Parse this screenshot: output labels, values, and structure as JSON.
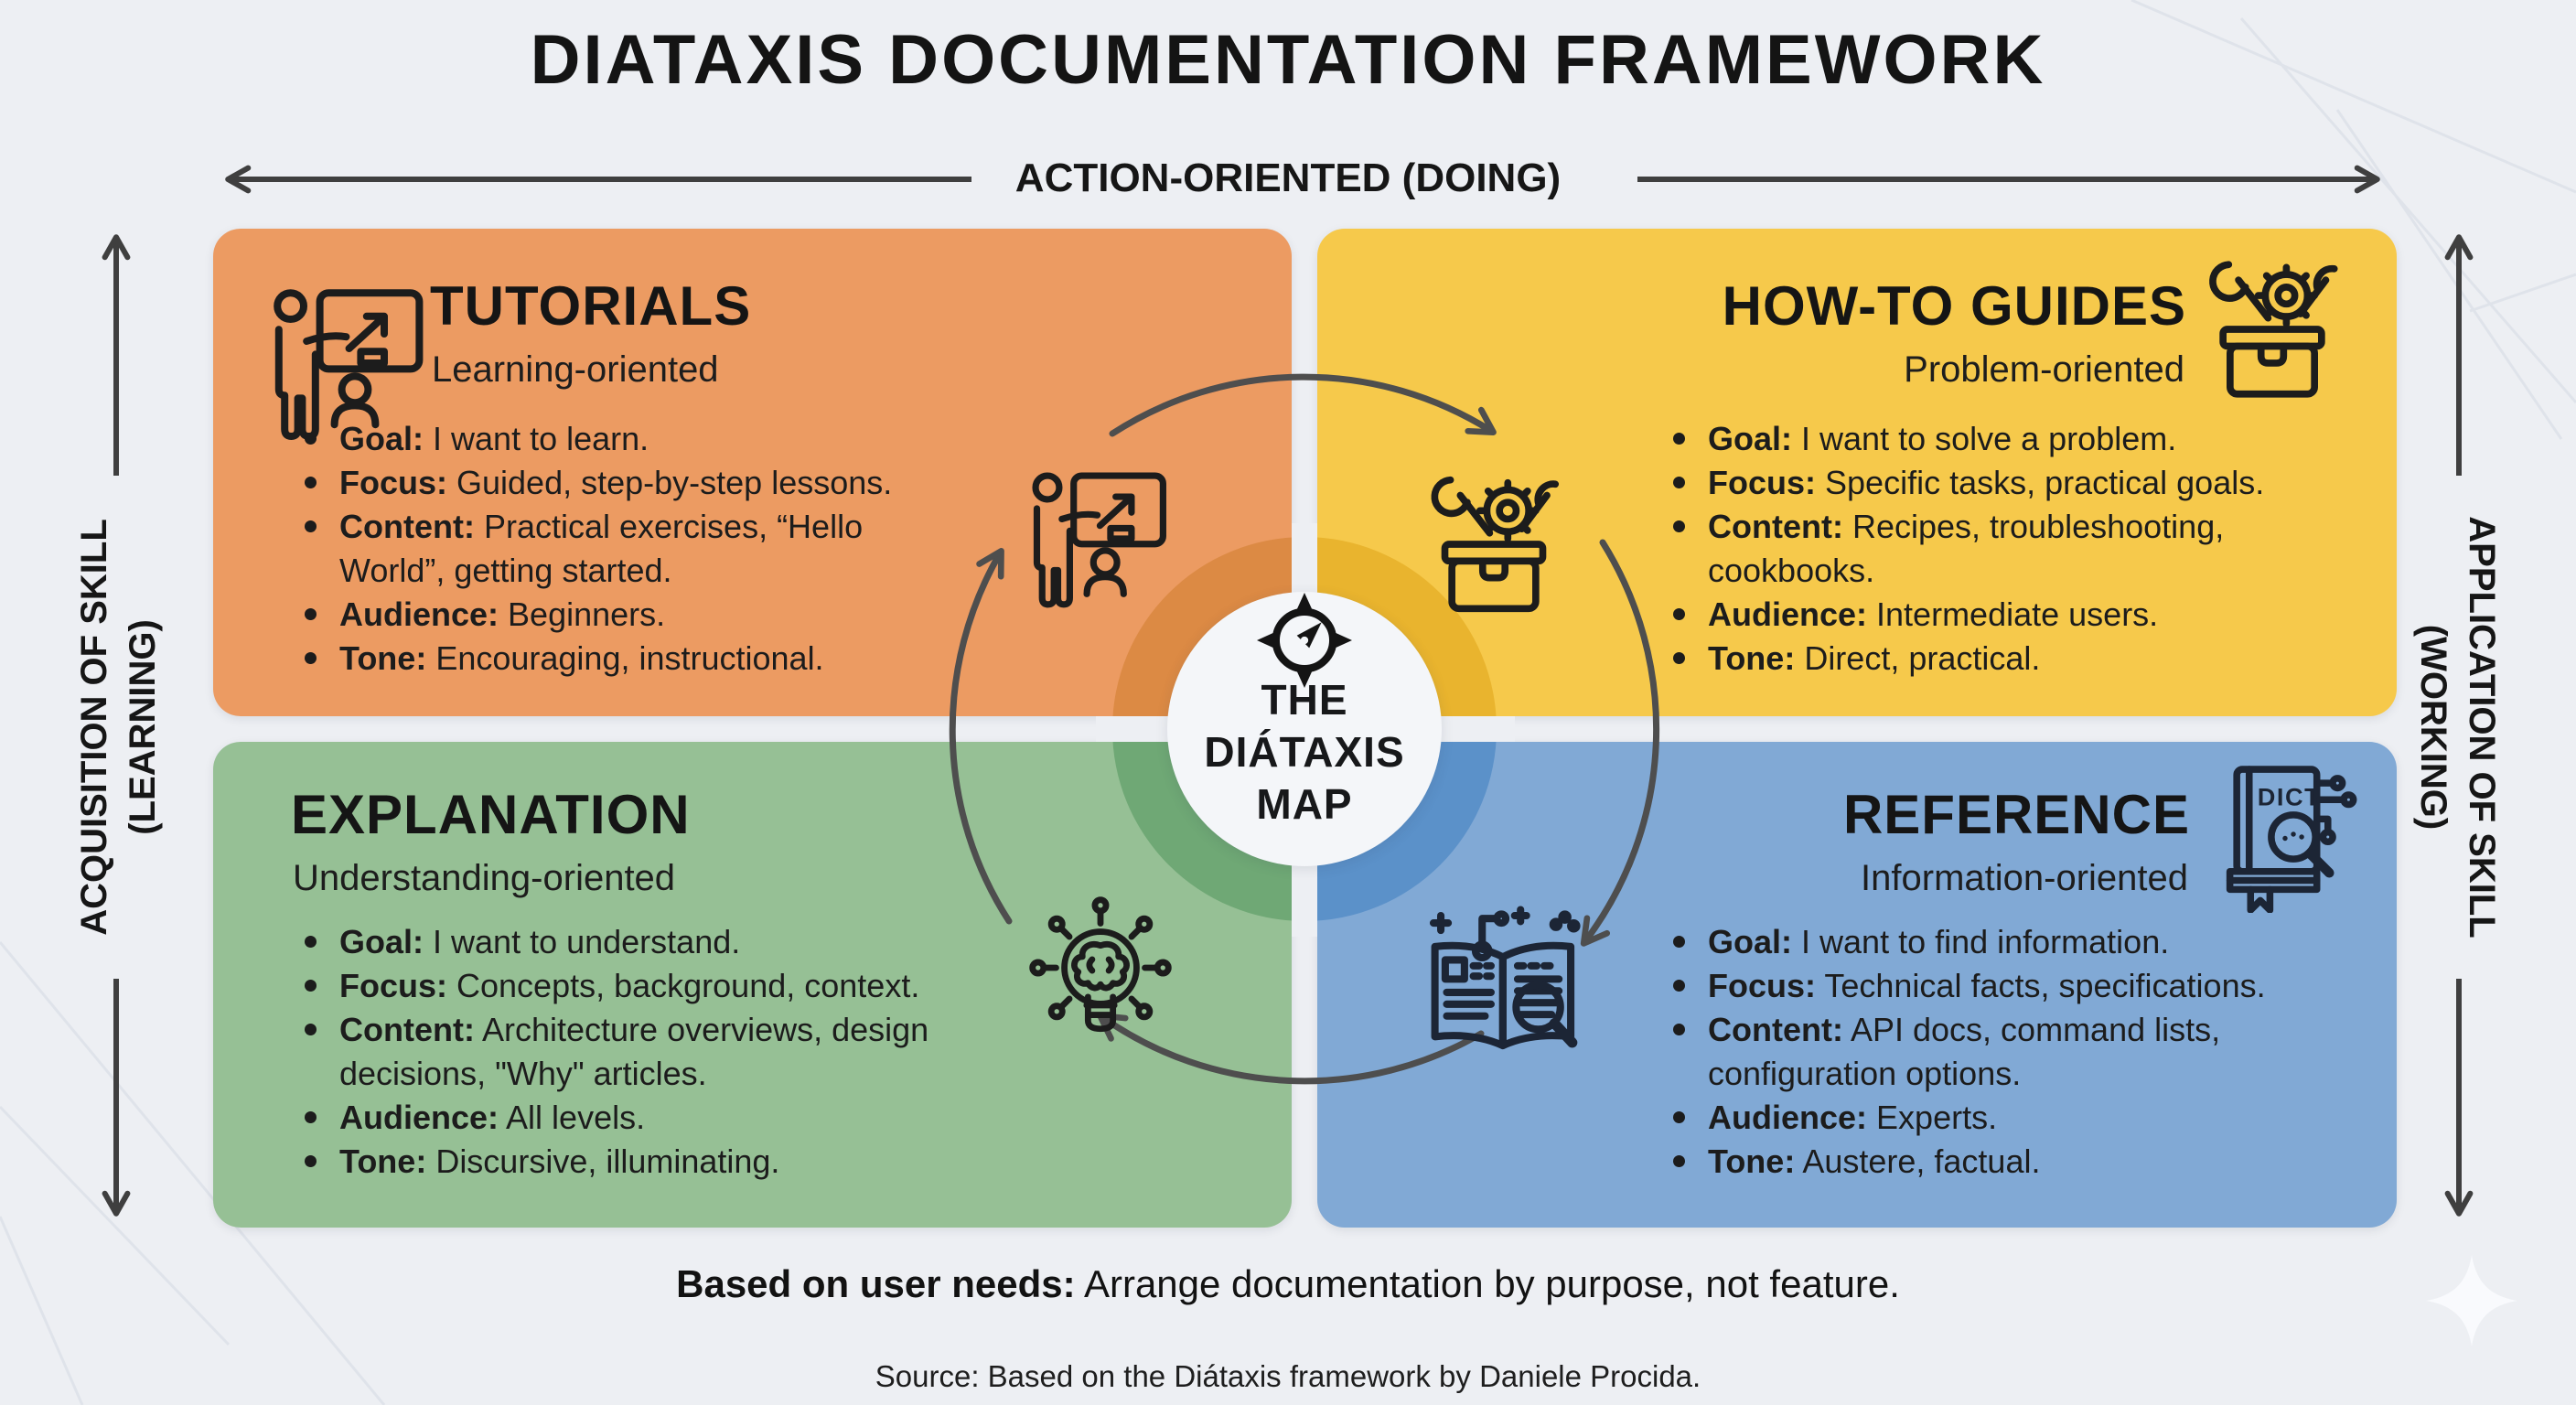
{
  "title": "DIATAXIS DOCUMENTATION FRAMEWORK",
  "axes": {
    "top": {
      "label": "ACTION-ORIENTED (DOING)"
    },
    "left": {
      "line1": "ACQUISITION OF SKILL",
      "line2": "(LEARNING)"
    },
    "right": {
      "line1": "APPLICATION OF SKILL",
      "line2": "(WORKING)"
    }
  },
  "center": {
    "icon": "compass-icon",
    "line1": "THE",
    "line2": "DIÁTAXIS",
    "line3": "MAP"
  },
  "quadrants": [
    {
      "id": "tutorials",
      "title": "TUTORIALS",
      "subtitle": "Learning-oriented",
      "icon": "presentation-icon",
      "color": "#EC9B62",
      "ring_color": "#DC8A44",
      "bullets": [
        {
          "label": "Goal:",
          "text": "I want to learn."
        },
        {
          "label": "Focus:",
          "text": "Guided, step-by-step lessons."
        },
        {
          "label": "Content:",
          "text": "Practical exercises, “Hello World”, getting started."
        },
        {
          "label": "Audience:",
          "text": "Beginners."
        },
        {
          "label": "Tone:",
          "text": "Encouraging, instructional."
        }
      ]
    },
    {
      "id": "how-to-guides",
      "title": "HOW-TO GUIDES",
      "subtitle": "Problem-oriented",
      "icon": "toolbox-icon",
      "color": "#F6C94B",
      "ring_color": "#E9B42E",
      "bullets": [
        {
          "label": "Goal:",
          "text": "I want to solve a problem."
        },
        {
          "label": "Focus:",
          "text": "Specific tasks, practical goals."
        },
        {
          "label": "Content:",
          "text": "Recipes, troubleshooting, cookbooks."
        },
        {
          "label": "Audience:",
          "text": "Intermediate users."
        },
        {
          "label": "Tone:",
          "text": "Direct, practical."
        }
      ]
    },
    {
      "id": "explanation",
      "title": "EXPLANATION",
      "subtitle": "Understanding-oriented",
      "icon": "lightbulb-brain-icon",
      "color": "#96C095",
      "ring_color": "#6FA875",
      "bullets": [
        {
          "label": "Goal:",
          "text": "I want to understand."
        },
        {
          "label": "Focus:",
          "text": "Concepts, background, context."
        },
        {
          "label": "Content:",
          "text": "Architecture overviews, design decisions, \"Why\" articles."
        },
        {
          "label": "Audience:",
          "text": "All levels."
        },
        {
          "label": "Tone:",
          "text": "Discursive, illuminating."
        }
      ]
    },
    {
      "id": "reference",
      "title": "REFERENCE",
      "subtitle": "Information-oriented",
      "icon": "dictionary-search-icon",
      "color": "#81A9D5",
      "ring_color": "#5B91C9",
      "bullets": [
        {
          "label": "Goal:",
          "text": "I want to find information."
        },
        {
          "label": "Focus:",
          "text": "Technical facts, specifications."
        },
        {
          "label": "Content:",
          "text": "API docs, command lists, configuration options."
        },
        {
          "label": "Audience:",
          "text": "Experts."
        },
        {
          "label": "Tone:",
          "text": "Austere, factual."
        }
      ]
    }
  ],
  "footer": {
    "note_label": "Based on user needs:",
    "note_text": "Arrange documentation by purpose, not feature.",
    "source": "Source: Based on the Diátaxis framework by Daniele Procida."
  },
  "colors": {
    "background": "#EDEFF3",
    "cycle_arrow": "#4E4E4E",
    "axis_arrow": "#3F3F3F",
    "text": "#1B1B1B"
  }
}
